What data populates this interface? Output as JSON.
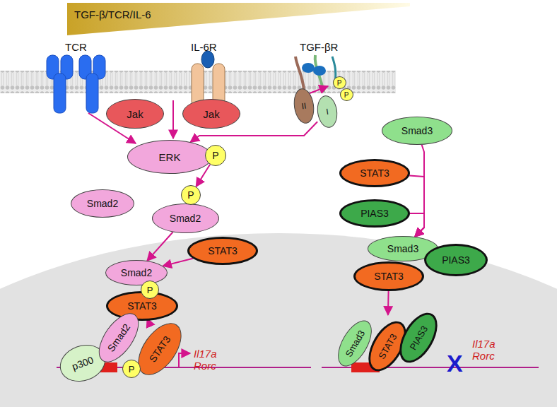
{
  "diagram": {
    "nodes": [
      {
        "text": [
          "TGF-β/TCR/IL-6"
        ]
      },
      {
        "text": [
          "Jak"
        ]
      },
      {
        "text": [
          "Jak"
        ]
      },
      {
        "text": [
          "II"
        ]
      },
      {
        "text": [
          "I"
        ]
      },
      {
        "text": [
          "P"
        ]
      },
      {
        "text": [
          "P"
        ]
      },
      {
        "text": [
          "ERK"
        ]
      },
      {
        "text": [
          "P"
        ]
      },
      {
        "text": [
          "Smad2"
        ]
      },
      {
        "text": [
          "P"
        ]
      },
      {
        "text": [
          "Smad2"
        ]
      },
      {
        "text": [
          "STAT3"
        ]
      },
      {
        "text": [
          "Smad2"
        ]
      },
      {
        "text": [
          "P"
        ]
      },
      {
        "text": [
          "STAT3"
        ]
      },
      {
        "text": [
          "p300"
        ]
      },
      {
        "text": [
          "Smad2"
        ]
      },
      {
        "text": [
          "P"
        ]
      },
      {
        "text": [
          "STAT3"
        ]
      },
      {
        "text": [
          "Smad3"
        ]
      },
      {
        "text": [
          "STAT3"
        ]
      },
      {
        "text": [
          "PIAS3"
        ]
      },
      {
        "text": [
          "Smad3"
        ]
      },
      {
        "text": [
          "PIAS3"
        ]
      },
      {
        "text": [
          "STAT3"
        ]
      },
      {
        "text": [
          "Smad3"
        ]
      },
      {
        "text": [
          "STAT3"
        ]
      },
      {
        "text": [
          "PIAS3"
        ]
      }
    ],
    "edges": [
      {
        "from": 4,
        "to": 7,
        "arrow": "to"
      },
      {
        "from": 8,
        "to": 10,
        "arrow": "to"
      },
      {
        "from": 11,
        "to": 13,
        "arrow": "to"
      },
      {
        "from": 12,
        "to": 13,
        "arrow": "to"
      },
      {
        "from": 15,
        "to": 19,
        "arrow": "to"
      },
      {
        "from": 20,
        "to": 23,
        "arrow": "to"
      },
      {
        "from": 21,
        "to": 23,
        "arrow": "to"
      },
      {
        "from": 22,
        "to": 23,
        "arrow": "to"
      },
      {
        "from": 25,
        "to": 27,
        "arrow": "to"
      }
    ],
    "labels": [
      "TCR",
      "IL-6R",
      "TGF-βR",
      "Il17a Rorc",
      "X",
      "Il17a Rorc"
    ]
  }
}
